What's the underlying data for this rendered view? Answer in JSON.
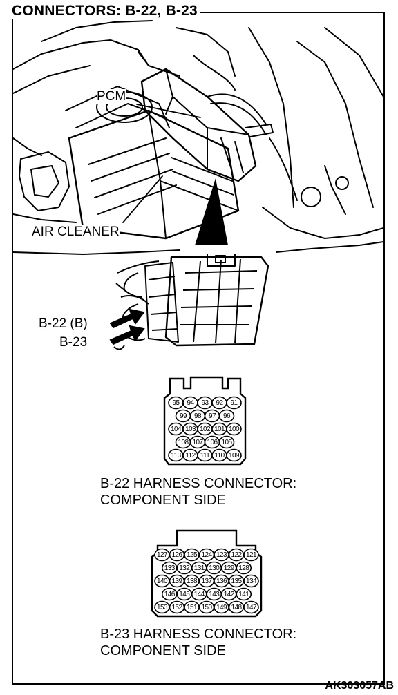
{
  "title": "CONNECTORS: B-22, B-23",
  "labels": {
    "pcm": "PCM",
    "air_cleaner": "AIR CLEANER",
    "b22": "B-22 (B)",
    "b23": "B-23"
  },
  "connector_b22": {
    "caption_line1": "B-22 HARNESS CONNECTOR:",
    "caption_line2": "COMPONENT SIDE",
    "rows": [
      [
        "95",
        "94",
        "93",
        "92",
        "91"
      ],
      [
        "99",
        "98",
        "97",
        "96"
      ],
      [
        "104",
        "103",
        "102",
        "101",
        "100"
      ],
      [
        "108",
        "107",
        "106",
        "105"
      ],
      [
        "113",
        "112",
        "111",
        "110",
        "109"
      ]
    ]
  },
  "connector_b23": {
    "caption_line1": "B-23 HARNESS CONNECTOR:",
    "caption_line2": "COMPONENT SIDE",
    "rows": [
      [
        "127",
        "126",
        "125",
        "124",
        "123",
        "122",
        "121"
      ],
      [
        "133",
        "132",
        "131",
        "130",
        "129",
        "128"
      ],
      [
        "140",
        "139",
        "138",
        "137",
        "136",
        "135",
        "134"
      ],
      [
        "146",
        "145",
        "144",
        "143",
        "142",
        "141"
      ],
      [
        "153",
        "152",
        "151",
        "150",
        "149",
        "148",
        "147"
      ]
    ]
  },
  "doc_id": "AK303057AB"
}
